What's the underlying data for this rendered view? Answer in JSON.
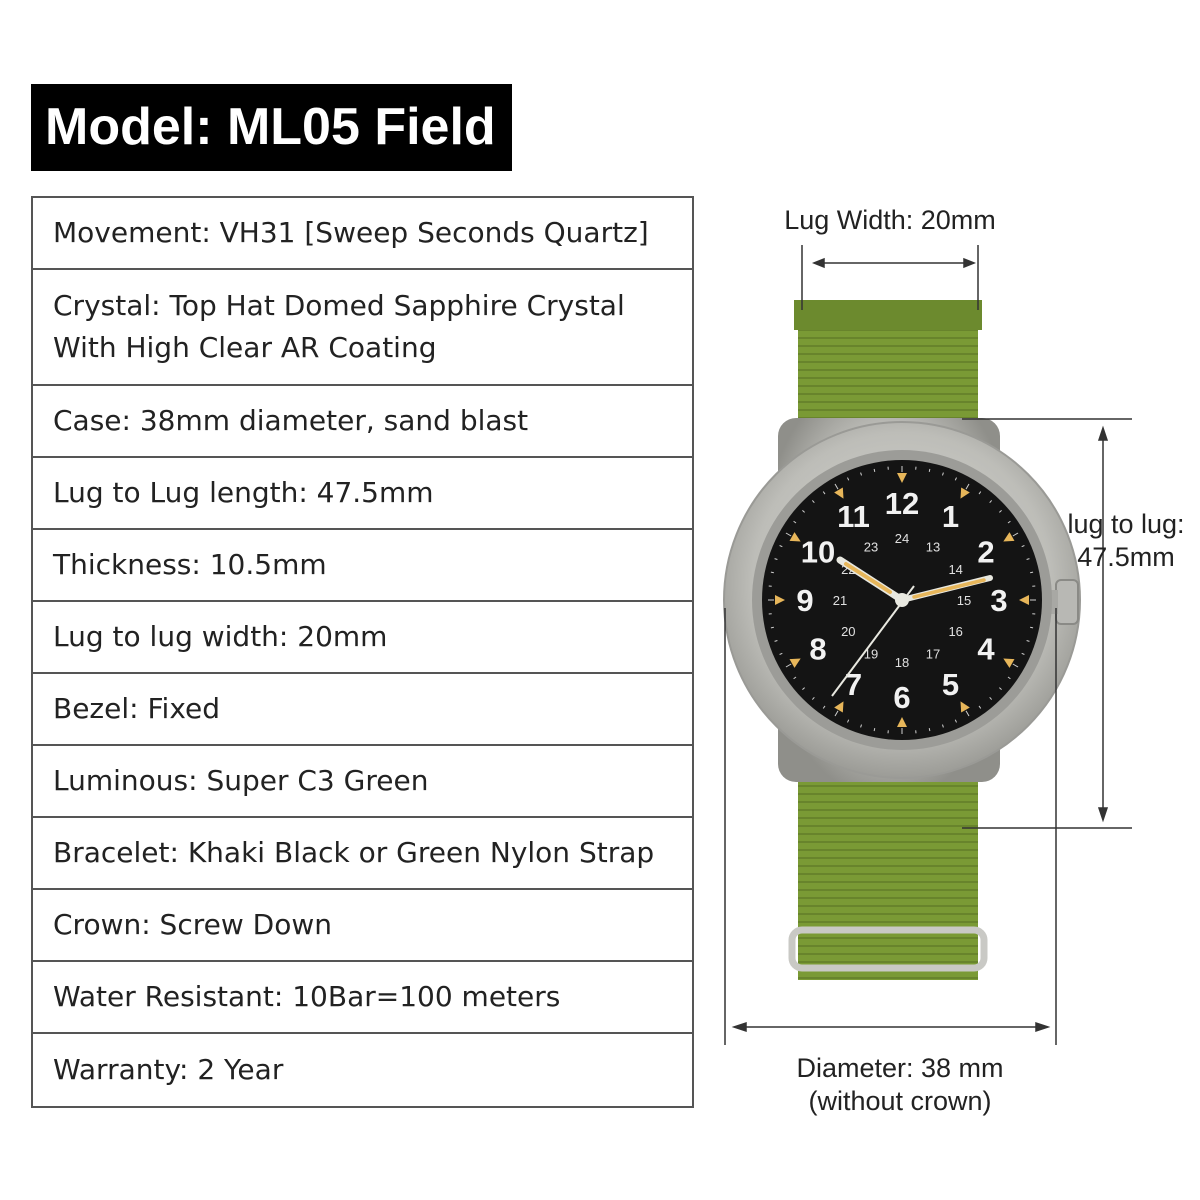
{
  "title": "Model: ML05 Field",
  "specs": [
    {
      "lines": [
        "Movement: VH31 [Sweep Seconds Quartz]"
      ]
    },
    {
      "lines": [
        "Crystal: Top Hat Domed Sapphire Crystal",
        "With High Clear AR Coating"
      ]
    },
    {
      "lines": [
        "Case: 38mm diameter, sand blast"
      ]
    },
    {
      "lines": [
        "Lug to Lug length: 47.5mm"
      ]
    },
    {
      "lines": [
        "Thickness: 10.5mm"
      ]
    },
    {
      "lines": [
        "Lug to lug width: 20mm"
      ]
    },
    {
      "lines": [
        "Bezel: Fixed"
      ]
    },
    {
      "lines": [
        "Luminous: Super C3 Green"
      ]
    },
    {
      "lines": [
        "Bracelet: Khaki Black or Green Nylon Strap"
      ]
    },
    {
      "lines": [
        "Crown: Screw Down"
      ]
    },
    {
      "lines": [
        "Water Resistant: 10Bar=100 meters"
      ]
    },
    {
      "lines": [
        "Warranty: 2 Year"
      ]
    }
  ],
  "dimensions": {
    "lug_width": "Lug Width: 20mm",
    "lug_to_lug_line1": "lug to lug:",
    "lug_to_lug_line2": "47.5mm",
    "diameter_line1": "Diameter: 38 mm",
    "diameter_line2": "(without crown)"
  },
  "dial": {
    "hours": [
      "12",
      "1",
      "2",
      "3",
      "4",
      "5",
      "6",
      "7",
      "8",
      "9",
      "10",
      "11"
    ],
    "inner": [
      "24",
      "13",
      "14",
      "15",
      "16",
      "17",
      "18",
      "19",
      "20",
      "21",
      "22",
      "23"
    ]
  },
  "colors": {
    "strap": "#7a9a35",
    "case": "#c4c4c0",
    "dial": "#141414",
    "lume": "#e7b65a"
  }
}
